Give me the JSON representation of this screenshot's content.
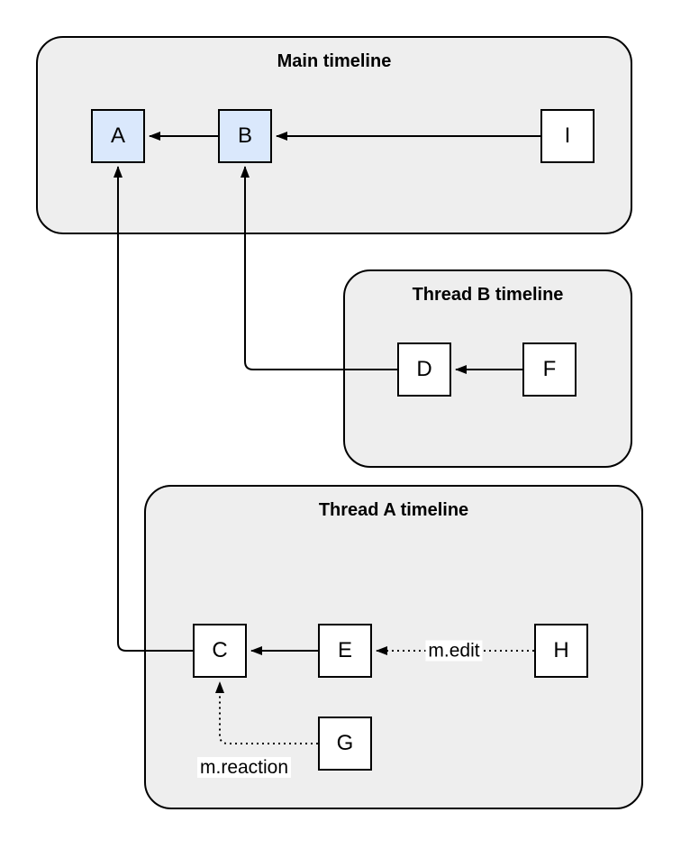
{
  "containers": {
    "main": {
      "title": "Main timeline"
    },
    "thread_b": {
      "title": "Thread B timeline"
    },
    "thread_a": {
      "title": "Thread A timeline"
    }
  },
  "nodes": {
    "a": {
      "label": "A",
      "fill": "#dae8fc",
      "container": "main"
    },
    "b": {
      "label": "B",
      "fill": "#dae8fc",
      "container": "main"
    },
    "i": {
      "label": "I",
      "fill": "#ffffff",
      "container": "main"
    },
    "d": {
      "label": "D",
      "fill": "#ffffff",
      "container": "thread_b"
    },
    "f": {
      "label": "F",
      "fill": "#ffffff",
      "container": "thread_b"
    },
    "c": {
      "label": "C",
      "fill": "#ffffff",
      "container": "thread_a"
    },
    "e": {
      "label": "E",
      "fill": "#ffffff",
      "container": "thread_a"
    },
    "h": {
      "label": "H",
      "fill": "#ffffff",
      "container": "thread_a"
    },
    "g": {
      "label": "G",
      "fill": "#ffffff",
      "container": "thread_a"
    }
  },
  "edges": [
    {
      "from": "B",
      "to": "A",
      "style": "solid",
      "label": ""
    },
    {
      "from": "I",
      "to": "B",
      "style": "solid",
      "label": ""
    },
    {
      "from": "F",
      "to": "D",
      "style": "solid",
      "label": ""
    },
    {
      "from": "D",
      "to": "B",
      "style": "solid",
      "label": ""
    },
    {
      "from": "E",
      "to": "C",
      "style": "solid",
      "label": ""
    },
    {
      "from": "H",
      "to": "E",
      "style": "dotted",
      "label": "m.edit"
    },
    {
      "from": "G",
      "to": "C",
      "style": "dotted",
      "label": "m.reaction"
    },
    {
      "from": "C",
      "to": "A",
      "style": "solid",
      "label": ""
    }
  ],
  "edge_labels": {
    "edit": "m.edit",
    "reaction": "m.reaction"
  },
  "colors": {
    "container_fill": "#eeeeee",
    "node_highlight_fill": "#dae8fc",
    "node_default_fill": "#ffffff",
    "stroke": "#000000",
    "text": "#000000"
  }
}
